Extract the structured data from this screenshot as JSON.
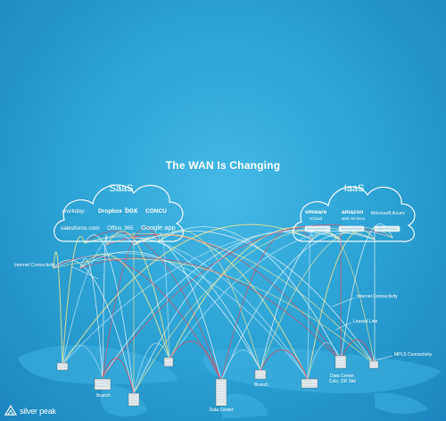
{
  "title": "The WAN Is Changing",
  "saas": {
    "title": "SaaS",
    "logos": [
      "workday.",
      "Dropbox",
      "box",
      "CONCU",
      "salesforce.com",
      "Office 365",
      "Google app"
    ]
  },
  "iaas": {
    "title": "IaaS",
    "providers": [
      {
        "name": "vmware",
        "sub": "vCloud"
      },
      {
        "name": "amazon",
        "sub": "web services"
      },
      {
        "name": "Microsoft Azure",
        "sub": ""
      }
    ]
  },
  "connection_labels": {
    "internet_left": "Internet Connectivity",
    "internet_right": "Internet Connectivity",
    "leased": "Leased Line",
    "mpls": "MPLS Connectivity"
  },
  "sites": {
    "branch_left": "Branch",
    "data_center": "Data Center",
    "branch_center": "Branch",
    "dc_colo_line1": "Data Center,",
    "dc_colo_line2": "Colo, DR Site"
  },
  "brand": "silver peak",
  "colors": {
    "background": "#2ea5d6",
    "link_white": "#ffffff",
    "link_yellow": "#f5e79a",
    "link_red": "#e0455a",
    "link_blue": "#9fd8f2"
  }
}
